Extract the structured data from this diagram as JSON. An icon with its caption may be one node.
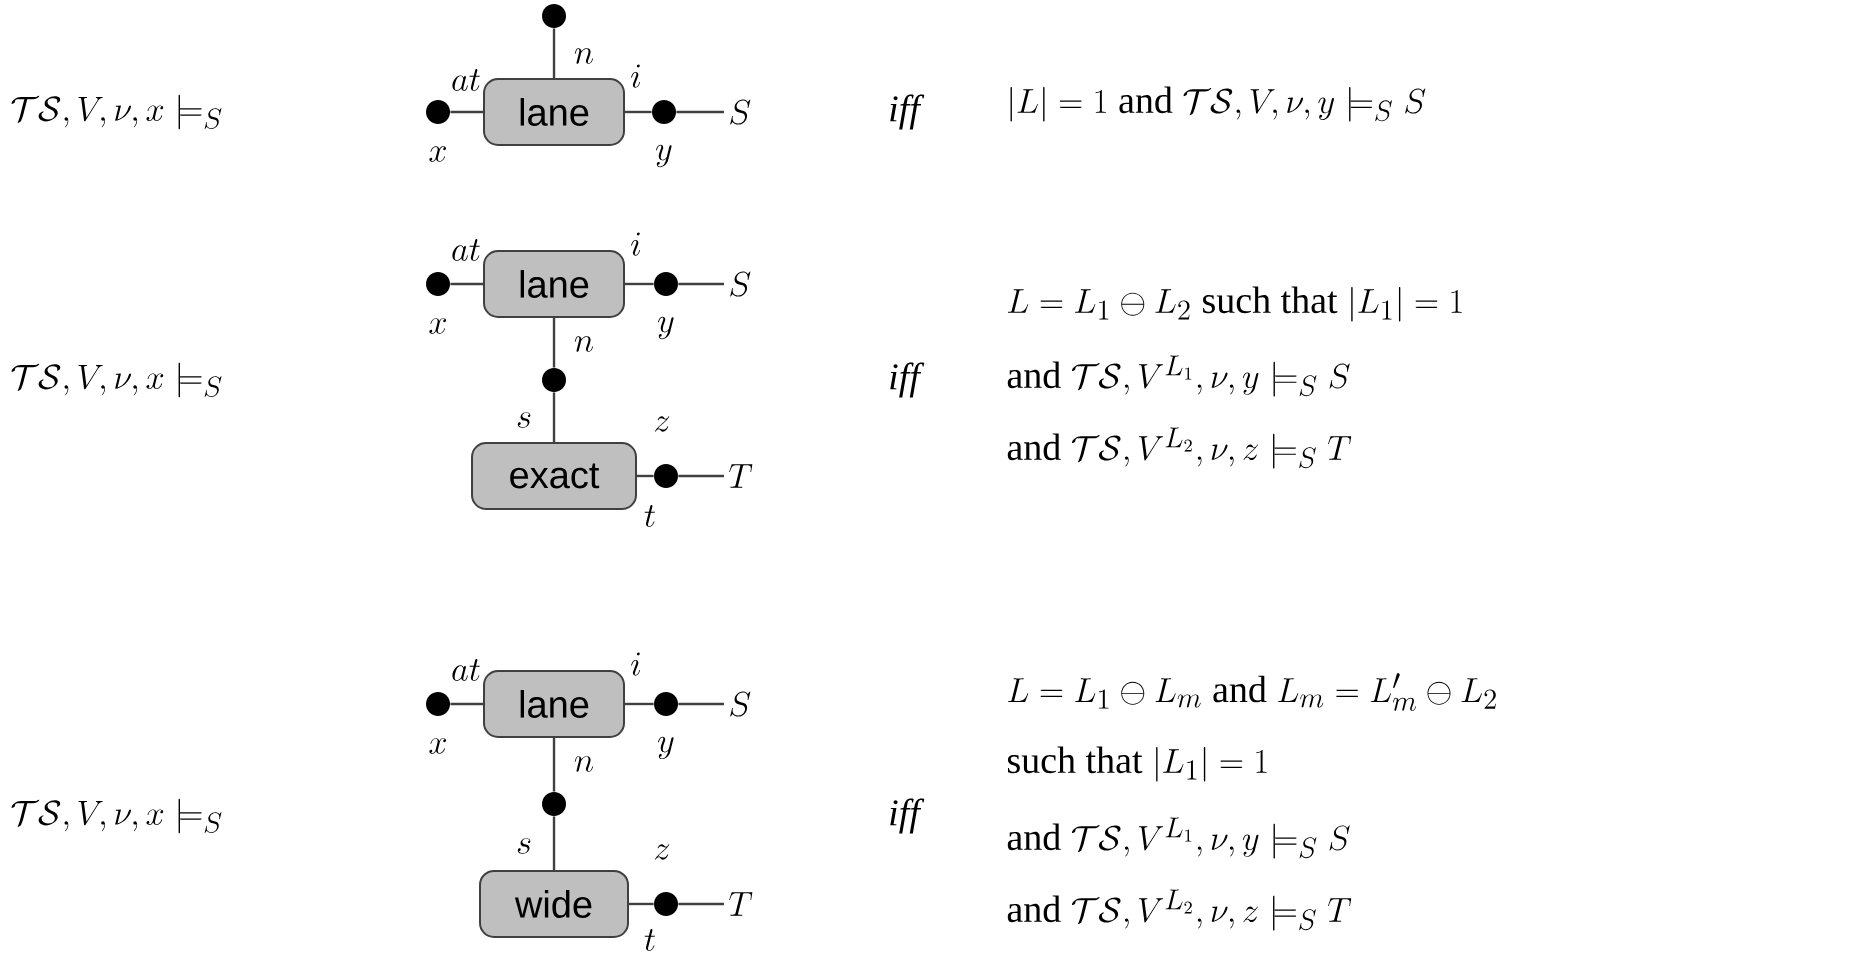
{
  "diagram": {
    "nodes": [
      {
        "text": [],
        "shape": "circle"
      },
      {
        "text": [],
        "shape": "circle",
        "beside": [
          "x"
        ]
      },
      {
        "text": [
          "lane"
        ]
      },
      {
        "text": [],
        "shape": "circle",
        "beside": [
          "y"
        ]
      },
      {
        "text": [
          "S"
        ]
      },
      {
        "text": [],
        "shape": "circle",
        "beside": [
          "x"
        ]
      },
      {
        "text": [
          "lane"
        ]
      },
      {
        "text": [],
        "shape": "circle",
        "beside": [
          "y"
        ]
      },
      {
        "text": [
          "S"
        ]
      },
      {
        "text": [],
        "shape": "circle"
      },
      {
        "text": [
          "exact"
        ]
      },
      {
        "text": [],
        "shape": "circle",
        "beside": [
          "z"
        ]
      },
      {
        "text": [
          "T"
        ]
      },
      {
        "text": [],
        "shape": "circle",
        "beside": [
          "x"
        ]
      },
      {
        "text": [
          "lane"
        ]
      },
      {
        "text": [],
        "shape": "circle",
        "beside": [
          "y"
        ]
      },
      {
        "text": [
          "S"
        ]
      },
      {
        "text": [],
        "shape": "circle"
      },
      {
        "text": [
          "wide"
        ]
      },
      {
        "text": [],
        "shape": "circle",
        "beside": [
          "z"
        ]
      },
      {
        "text": [
          "T"
        ]
      }
    ],
    "edges": [
      {
        "from": 0,
        "to": 2,
        "arrow": "none",
        "label": "n"
      },
      {
        "from": 1,
        "to": 2,
        "arrow": "none",
        "label": "at"
      },
      {
        "from": 2,
        "to": 3,
        "arrow": "none",
        "label": "i"
      },
      {
        "from": 3,
        "to": 4,
        "arrow": "none"
      },
      {
        "from": 5,
        "to": 6,
        "arrow": "none",
        "label": "at"
      },
      {
        "from": 6,
        "to": 7,
        "arrow": "none",
        "label": "i"
      },
      {
        "from": 7,
        "to": 8,
        "arrow": "none"
      },
      {
        "from": 6,
        "to": 9,
        "arrow": "none",
        "label": "n"
      },
      {
        "from": 9,
        "to": 10,
        "arrow": "none",
        "label": "s"
      },
      {
        "from": 10,
        "to": 11,
        "arrow": "none",
        "label": "t"
      },
      {
        "from": 11,
        "to": 12,
        "arrow": "none"
      },
      {
        "from": 13,
        "to": 14,
        "arrow": "none",
        "label": "at"
      },
      {
        "from": 14,
        "to": 15,
        "arrow": "none",
        "label": "i"
      },
      {
        "from": 15,
        "to": 16,
        "arrow": "none"
      },
      {
        "from": 14,
        "to": 17,
        "arrow": "none",
        "label": "n"
      },
      {
        "from": 17,
        "to": 18,
        "arrow": "none",
        "label": "s"
      },
      {
        "from": 18,
        "to": 19,
        "arrow": "none",
        "label": "t"
      },
      {
        "from": 19,
        "to": 20,
        "arrow": "none"
      }
    ],
    "labels": [
      "\\mathcal{TS}, V, \\nu, x \\models_S",
      "iff",
      "|L| = 1 \\mbox{ and } \\mathcal{TS}, V, \\nu, y \\models_S S",
      "\\mathcal{TS}, V, \\nu, x \\models_S",
      "iff",
      "L = L_1 \\ominus L_2 \\mbox{ such that } |L_1| = 1",
      "\\mbox{and } \\mathcal{TS}, V^{L_1}, \\nu, y \\models_S S",
      "\\mbox{and } \\mathcal{TS}, V^{L_2}, \\nu, z \\models_S T",
      "\\mathcal{TS}, V, \\nu, x \\models_S",
      "iff",
      "L = L_1 \\ominus L_m \\mbox{ and } L_m = L'_m \\ominus L_2",
      "\\mbox{such that } |L_1| = 1",
      "\\mbox{and } \\mathcal{TS}, V^{L_1}, \\nu, y \\models_S S",
      "\\mbox{and } \\mathcal{TS}, V^{L_2}, \\nu, z \\models_S T"
    ]
  }
}
